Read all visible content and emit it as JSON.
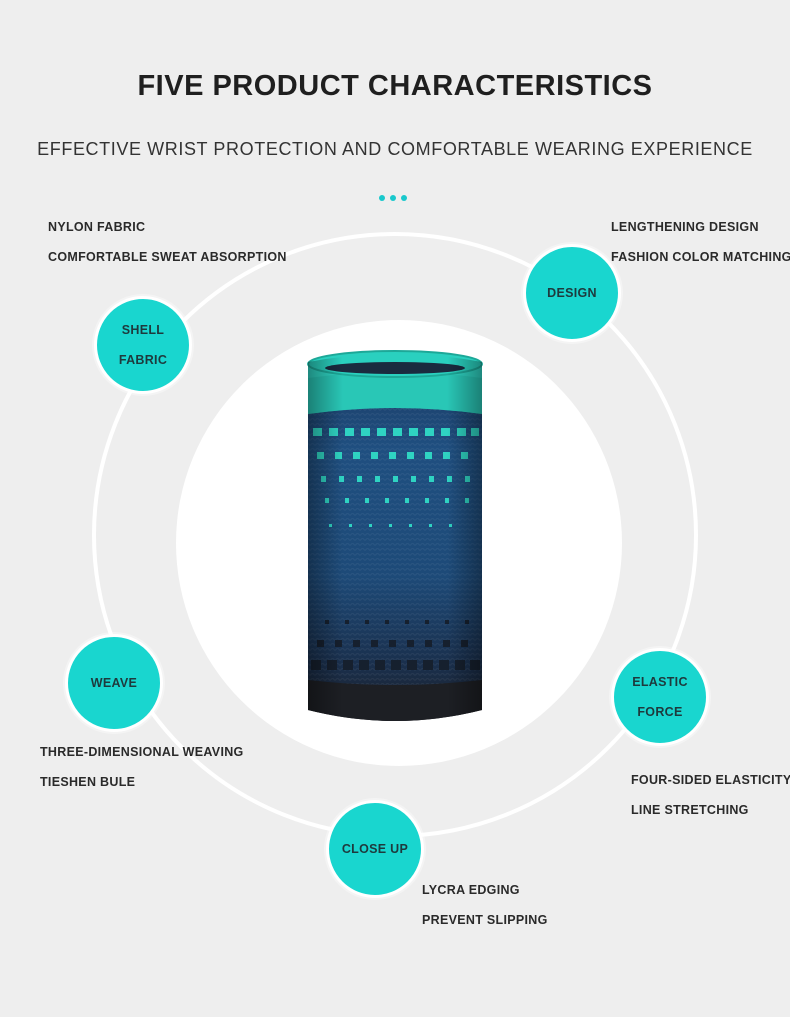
{
  "header": {
    "title": "FIVE PRODUCT CHARACTERISTICS",
    "subtitle": "EFFECTIVE WRIST PROTECTION AND COMFORTABLE WEARING EXPERIENCE"
  },
  "colors": {
    "accent": "#19d6cf",
    "background": "#eeeeee",
    "ring": "#ffffff",
    "product_navy": "#1e4d78",
    "product_teal": "#2fd3c2",
    "product_black": "#1d1f24"
  },
  "features": [
    {
      "badge_lines": [
        "SHELL",
        "FABRIC"
      ],
      "notes": [
        "NYLON FABRIC",
        "COMFORTABLE SWEAT ABSORPTION"
      ]
    },
    {
      "badge_lines": [
        "DESIGN"
      ],
      "notes": [
        "LENGTHENING DESIGN",
        "FASHION COLOR MATCHING"
      ]
    },
    {
      "badge_lines": [
        "WEAVE"
      ],
      "notes": [
        "THREE-DIMENSIONAL WEAVING",
        "TIESHEN BULE"
      ]
    },
    {
      "badge_lines": [
        "ELASTIC",
        "FORCE"
      ],
      "notes": [
        "FOUR-SIDED ELASTICITY",
        "LINE STRETCHING"
      ]
    },
    {
      "badge_lines": [
        "CLOSE UP"
      ],
      "notes": [
        "LYCRA EDGING",
        "PREVENT SLIPPING"
      ]
    }
  ]
}
